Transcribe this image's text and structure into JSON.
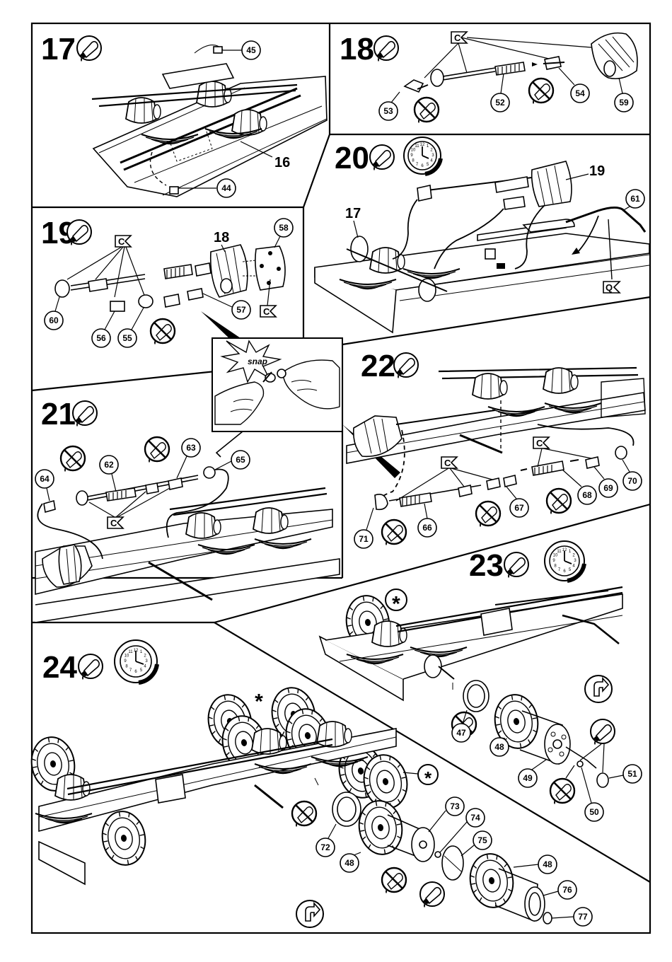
{
  "steps": [
    {
      "number": "17",
      "icons": [
        "glue-icon"
      ],
      "callouts": [
        "45",
        "16",
        "44"
      ]
    },
    {
      "number": "18",
      "icons": [
        "glue-icon"
      ],
      "callouts": [
        "53",
        "52",
        "54",
        "59"
      ],
      "labels": [
        "C"
      ]
    },
    {
      "number": "19",
      "icons": [
        "glue-icon"
      ],
      "callouts": [
        "18",
        "58",
        "60",
        "56",
        "55",
        "57"
      ],
      "labels": [
        "C",
        "C"
      ]
    },
    {
      "number": "20",
      "icons": [
        "glue-icon",
        "clock-icon"
      ],
      "callouts": [
        "19",
        "17",
        "61"
      ],
      "labels": [
        "Q"
      ]
    },
    {
      "number": "21",
      "icons": [
        "glue-icon"
      ],
      "callouts": [
        "64",
        "62",
        "63",
        "65"
      ],
      "labels": [
        "C"
      ]
    },
    {
      "number": "22",
      "icons": [
        "glue-icon"
      ],
      "callouts": [
        "70",
        "69",
        "68",
        "67",
        "66",
        "71"
      ],
      "labels": [
        "C",
        "C"
      ]
    },
    {
      "number": "23",
      "icons": [
        "glue-icon",
        "clock-icon"
      ],
      "callouts": [
        "47",
        "48",
        "49",
        "50",
        "51"
      ]
    },
    {
      "number": "24",
      "icons": [
        "glue-icon",
        "clock-icon"
      ],
      "callouts": [
        "73",
        "74",
        "75",
        "72",
        "48",
        "48",
        "76",
        "77"
      ]
    }
  ],
  "snap_label": "snap",
  "asterisk": "*",
  "clock_digits": [
    "12",
    "1",
    "2",
    "3",
    "4",
    "5",
    "6",
    "7",
    "8",
    "9",
    "10",
    "11"
  ]
}
